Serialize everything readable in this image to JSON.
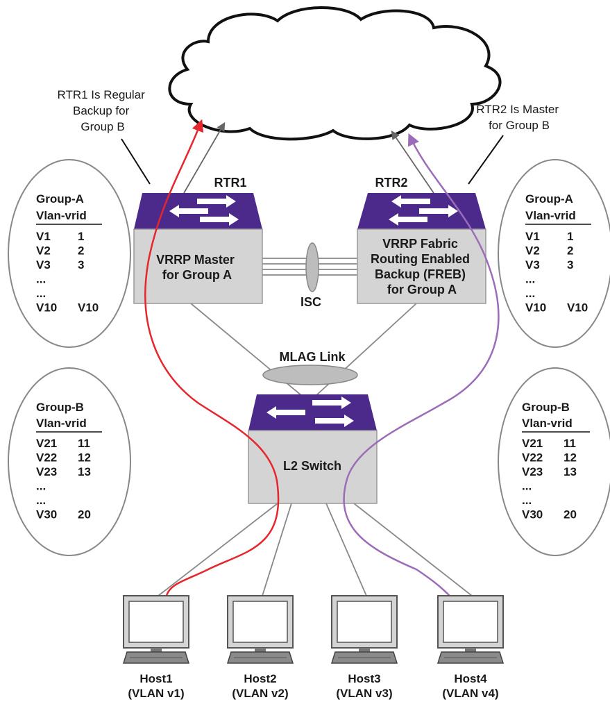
{
  "annotations": {
    "rtr1_note": [
      "RTR1 Is Regular",
      "Backup for",
      "Group B"
    ],
    "rtr2_note": [
      "RTR2 Is Master",
      "for Group B"
    ]
  },
  "routers": {
    "rtr1": {
      "name": "RTR1",
      "role": [
        "VRRP Master",
        "for Group A"
      ]
    },
    "rtr2": {
      "name": "RTR2",
      "role": [
        "VRRP Fabric",
        "Routing Enabled",
        "Backup (FREB)",
        "for Group A"
      ]
    }
  },
  "isc_label": "ISC",
  "mlag_label": "MLAG Link",
  "switch_label": "L2 Switch",
  "groups": {
    "left_a": {
      "title": "Group-A",
      "header": "Vlan-vrid",
      "rows": [
        [
          "V1",
          "1"
        ],
        [
          "V2",
          "2"
        ],
        [
          "V3",
          "3"
        ],
        [
          "...",
          ""
        ],
        [
          "...",
          ""
        ],
        [
          "V10",
          "V10"
        ]
      ]
    },
    "right_a": {
      "title": "Group-A",
      "header": "Vlan-vrid",
      "rows": [
        [
          "V1",
          "1"
        ],
        [
          "V2",
          "2"
        ],
        [
          "V3",
          "3"
        ],
        [
          "...",
          ""
        ],
        [
          "...",
          ""
        ],
        [
          "V10",
          "V10"
        ]
      ]
    },
    "left_b": {
      "title": "Group-B",
      "header": "Vlan-vrid",
      "rows": [
        [
          "V21",
          "11"
        ],
        [
          "V22",
          "12"
        ],
        [
          "V23",
          "13"
        ],
        [
          "...",
          ""
        ],
        [
          "...",
          ""
        ],
        [
          "V30",
          "20"
        ]
      ]
    },
    "right_b": {
      "title": "Group-B",
      "header": "Vlan-vrid",
      "rows": [
        [
          "V21",
          "11"
        ],
        [
          "V22",
          "12"
        ],
        [
          "V23",
          "13"
        ],
        [
          "...",
          ""
        ],
        [
          "...",
          ""
        ],
        [
          "V30",
          "20"
        ]
      ]
    }
  },
  "hosts": [
    {
      "name": "Host1",
      "vlan": "(VLAN v1)"
    },
    {
      "name": "Host2",
      "vlan": "(VLAN v2)"
    },
    {
      "name": "Host3",
      "vlan": "(VLAN v3)"
    },
    {
      "name": "Host4",
      "vlan": "(VLAN v4)"
    }
  ],
  "colors": {
    "red_path": "#e5262d",
    "purple_path": "#9b6cb8",
    "device_top": "#4b2a8c",
    "device_body": "#d4d4d4"
  }
}
